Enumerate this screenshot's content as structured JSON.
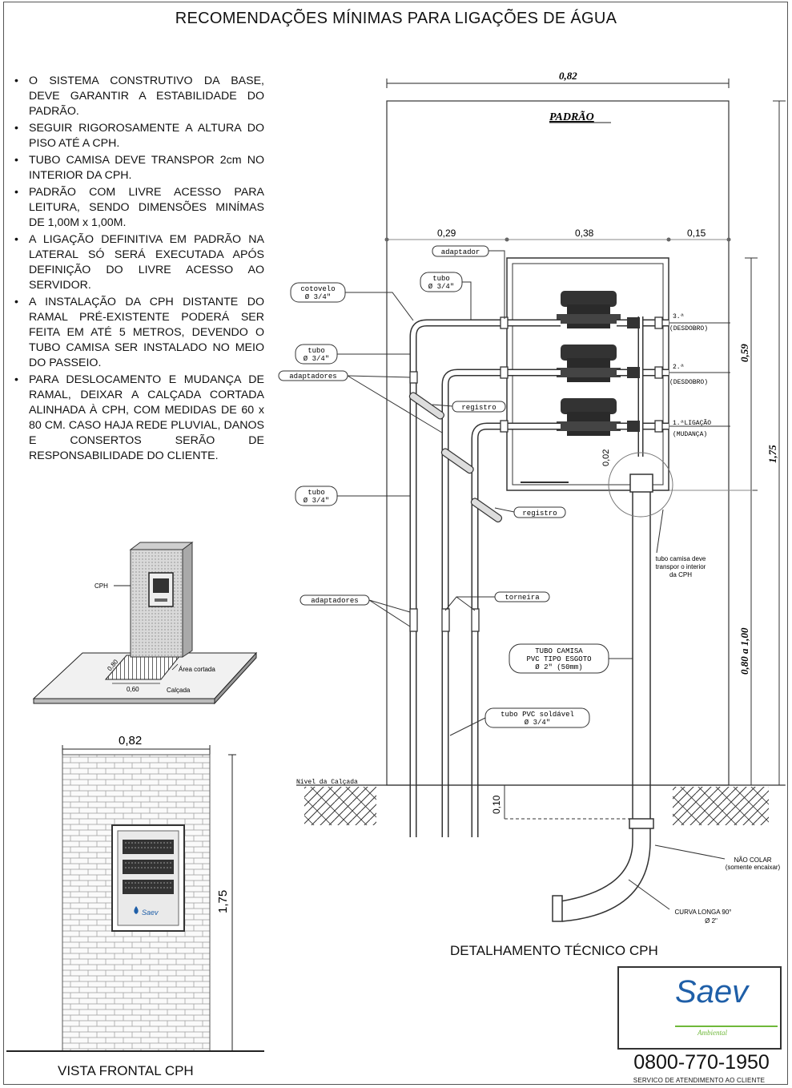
{
  "title": "RECOMENDAÇÕES MÍNIMAS PARA LIGAÇÕES DE ÁGUA",
  "notes": [
    "O SISTEMA CONSTRUTIVO DA BASE, DEVE GARANTIR A ESTABILIDADE DO PADRÃO.",
    "SEGUIR RIGOROSAMENTE A ALTURA DO PISO ATÉ A CPH.",
    "TUBO CAMISA DEVE TRANSPOR 2cm NO INTERIOR DA CPH.",
    "PADRÃO COM LIVRE ACESSO PARA LEITURA, SENDO DIMENSÕES MINÍMAS DE 1,00M x 1,00M.",
    "A LIGAÇÃO DEFINITIVA EM PADRÃO NA LATERAL SÓ SERÁ EXECUTADA APÓS DEFINIÇÃO DO LIVRE ACESSO AO SERVIDOR.",
    "A INSTALAÇÃO DA CPH DISTANTE DO RAMAL PRÉ-EXISTENTE PODERÁ SER FEITA EM ATÉ 5 METROS, DEVENDO O TUBO CAMISA SER INSTALADO NO MEIO DO PASSEIO.",
    "PARA DESLOCAMENTO E MUDANÇA DE RAMAL, DEIXAR A CALÇADA CORTADA ALINHADA À CPH, COM MEDIDAS DE 60 x 80 CM. CASO HAJA REDE PLUVIAL, DANOS E CONSERTOS SERÃO DE RESPONSABILIDADE DO CLIENTE."
  ],
  "iso": {
    "cph": "CPH",
    "area": "Área cortada",
    "calcada": "Calçada",
    "dim_060": "0,60",
    "dim_080": "0,80"
  },
  "front": {
    "width": "0,82",
    "height": "1,75",
    "logo": "Saev",
    "caption": "VISTA FRONTAL CPH"
  },
  "tech": {
    "dim_total": "0,82",
    "padrao": "PADRÃO",
    "dim_029": "0,29",
    "dim_038": "0,38",
    "dim_015": "0,15",
    "dim_059": "0,59",
    "dim_175": "1,75",
    "dim_080_100": "0,80 a 1,00",
    "dim_010": "0,10",
    "dim_002": "0,02",
    "adaptador": "adaptador",
    "tubo_a_1": "tubo",
    "tubo_a_2": "Ø 3/4\"",
    "cotovelo_1": "cotovelo",
    "cotovelo_2": "Ø 3/4\"",
    "tubo_b_1": "tubo",
    "tubo_b_2": "Ø 3/4\"",
    "adaptadores_top": "adaptadores",
    "registro_1": "registro",
    "tubo_c_1": "tubo",
    "tubo_c_2": "Ø 3/4\"",
    "registro_2": "registro",
    "adaptadores_bottom": "adaptadores",
    "torneira": "torneira",
    "camisa_1": "TUBO CAMISA",
    "camisa_2": "PVC TIPO ESGOTO",
    "camisa_3": "Ø 2\" (50mm)",
    "pvc_1": "tubo PVC soldável",
    "pvc_2": "Ø 3/4\"",
    "lig3_1": "3.ª",
    "lig3_2": "(DESDOBRO)",
    "lig2_1": "2.ª",
    "lig2_2": "(DESDOBRO)",
    "lig1_1": "1.ªLIGAÇÃO",
    "lig1_2": "(MUDANÇA)",
    "camisa_note_1": "tubo camisa deve",
    "camisa_note_2": "transpor o interior",
    "camisa_note_3": "da CPH",
    "nivel": "Nível da Calçada",
    "nao_colar_1": "NÃO COLAR",
    "nao_colar_2": "(somente encaixar)",
    "curva_1": "CURVA LONGA 90°",
    "curva_2": "Ø 2\"",
    "caption": "DETALHAMENTO TÉCNICO CPH"
  },
  "logo": {
    "brand": "Saev",
    "sub": "Ambiental",
    "phone": "0800-770-1950",
    "service": "SERVICO DE ATENDIMENTO AO CLIENTE",
    "colors": {
      "blue": "#1f5fa8",
      "green": "#6fb83a"
    }
  }
}
